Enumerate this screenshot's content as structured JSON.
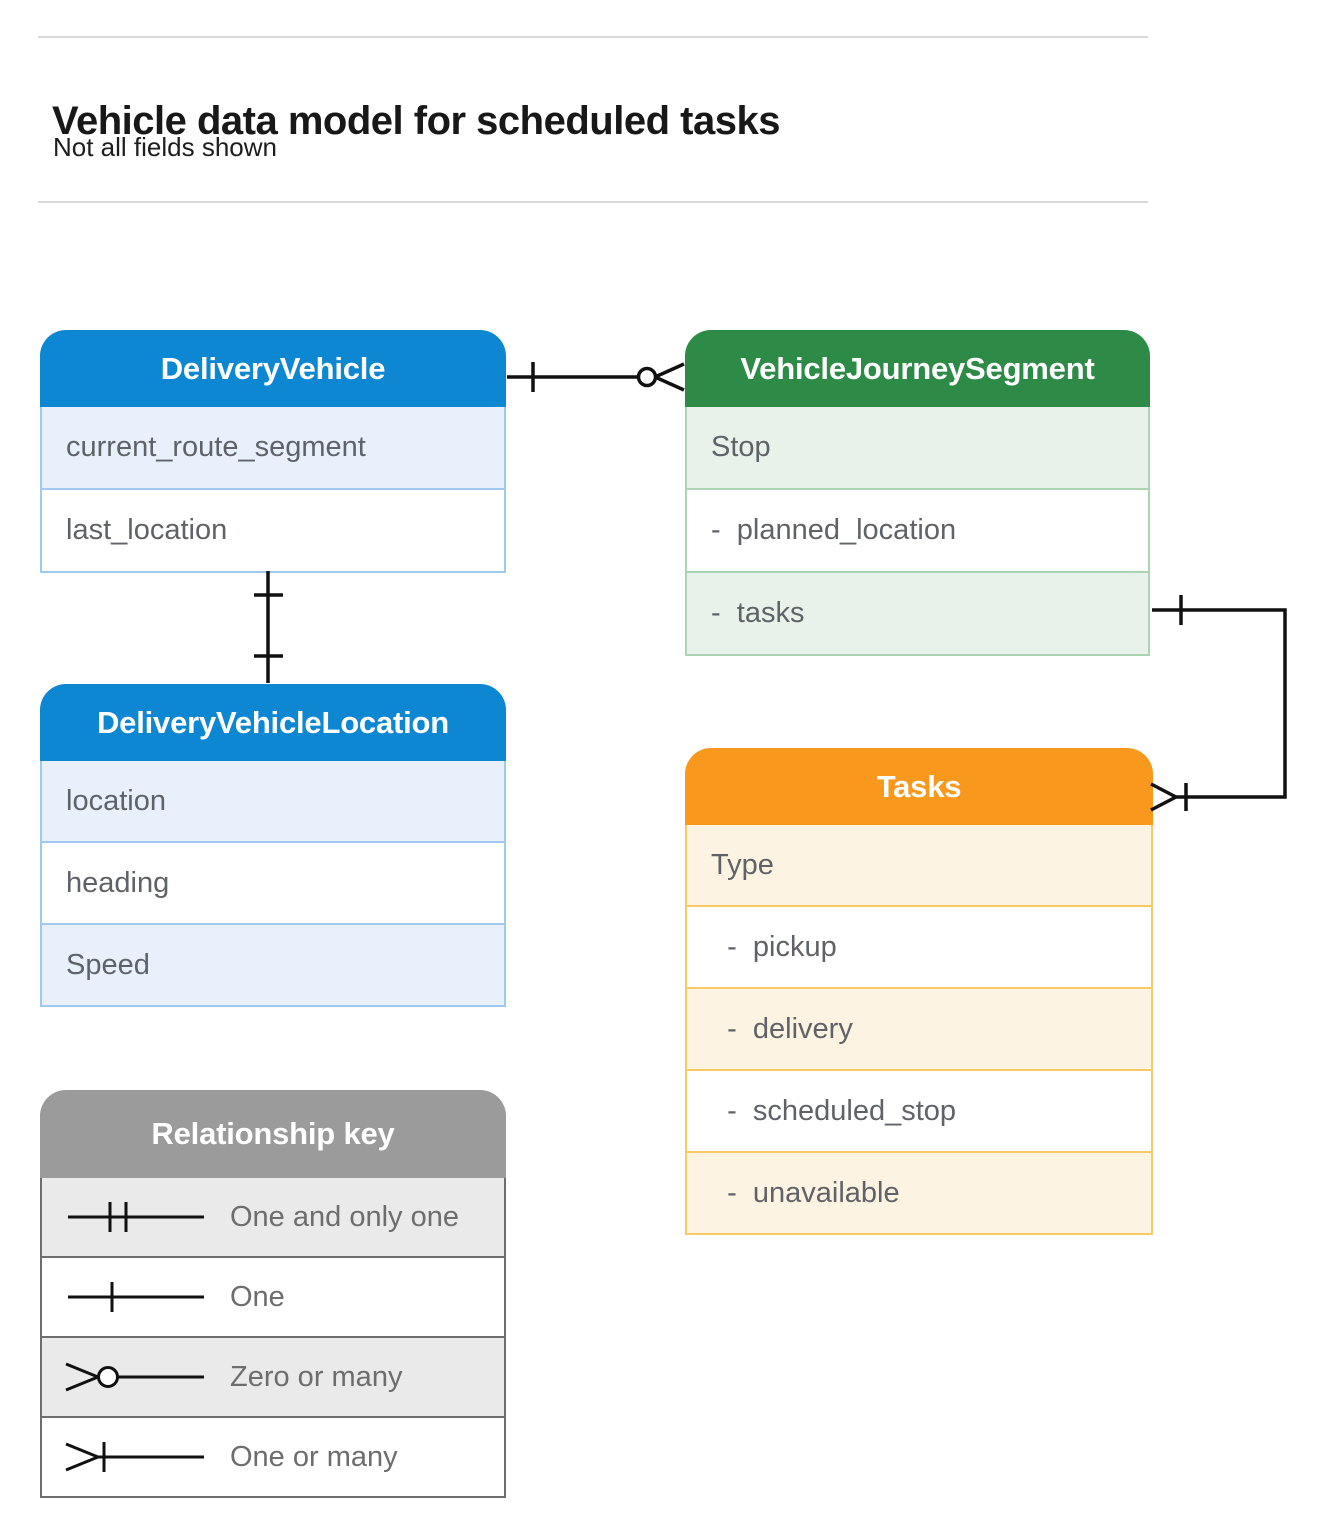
{
  "page": {
    "title": "Vehicle data model for scheduled tasks",
    "subtitle": "Not all fields shown"
  },
  "entities": {
    "delivery_vehicle": {
      "title": "DeliveryVehicle",
      "fields": [
        "current_route_segment",
        "last_location"
      ]
    },
    "vehicle_journey_segment": {
      "title": "VehicleJourneySegment",
      "fields": [
        "Stop",
        "-  planned_location",
        "-  tasks"
      ]
    },
    "delivery_vehicle_location": {
      "title": "DeliveryVehicleLocation",
      "fields": [
        "location",
        "heading",
        "Speed"
      ]
    },
    "tasks": {
      "title": "Tasks",
      "fields": [
        "Type",
        "  -  pickup",
        "  -  delivery",
        "  -  scheduled_stop",
        "  -  unavailable"
      ]
    }
  },
  "legend": {
    "title": "Relationship key",
    "rows": [
      {
        "symbol": "one-and-only-one-symbol",
        "label": "One and only one"
      },
      {
        "symbol": "one-symbol",
        "label": "One"
      },
      {
        "symbol": "zero-or-many-symbol",
        "label": "Zero or many"
      },
      {
        "symbol": "one-or-many-symbol",
        "label": "One or many"
      }
    ]
  },
  "connectors": [
    {
      "from": "DeliveryVehicle",
      "to": "VehicleJourneySegment",
      "from_end": "one",
      "to_end": "zero-or-many"
    },
    {
      "from": "DeliveryVehicle",
      "to": "DeliveryVehicleLocation",
      "from_end": "one",
      "to_end": "one"
    },
    {
      "from": "VehicleJourneySegment.tasks",
      "to": "Tasks",
      "from_end": "one",
      "to_end": "one-or-many"
    }
  ],
  "colors": {
    "blue_header": "#0d87d2",
    "blue_row": "#e8f1fb",
    "green_header": "#2e8b47",
    "green_row": "#e9f2ea",
    "orange_header": "#f8991d",
    "orange_row": "#fdf3e2",
    "gray_header": "#9b9b9b",
    "gray_row": "#eaeaea",
    "row_text": "#5f6368",
    "connector_line": "#111111"
  }
}
